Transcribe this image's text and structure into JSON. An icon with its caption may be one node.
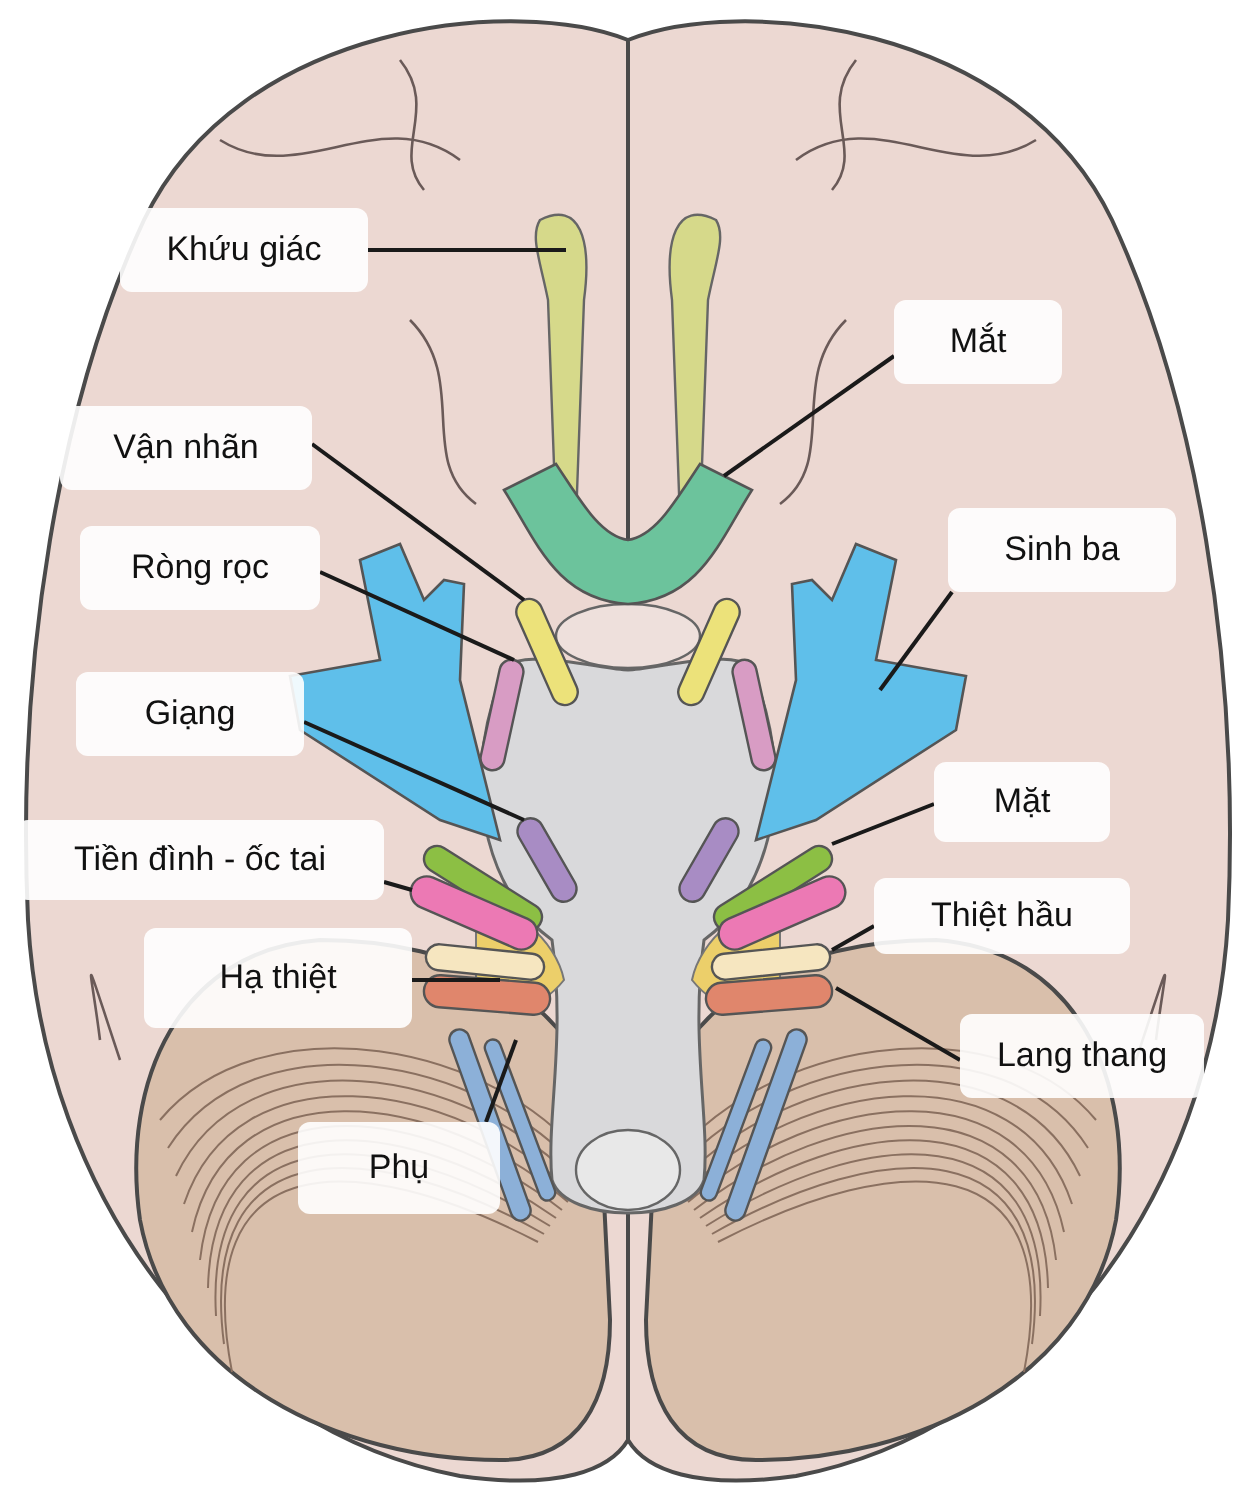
{
  "diagram": {
    "nodes": [
      {
        "text": [
          "Khứu giác"
        ]
      },
      {
        "text": [
          "Mắt"
        ]
      },
      {
        "text": [
          "Vận nhãn"
        ]
      },
      {
        "text": [
          "Ròng rọc"
        ]
      },
      {
        "text": [
          "Sinh ba"
        ]
      },
      {
        "text": [
          "Giạng"
        ]
      },
      {
        "text": [
          "Mặt"
        ]
      },
      {
        "text": [
          "Tiền đình - ốc tai"
        ]
      },
      {
        "text": [
          "Thiệt hầu"
        ]
      },
      {
        "text": [
          "Hạ thiệt"
        ]
      },
      {
        "text": [
          "Lang thang"
        ]
      },
      {
        "text": [
          "Phụ"
        ]
      }
    ],
    "edges": [
      {
        "from": 0,
        "to": null,
        "arrow": "none"
      },
      {
        "from": 1,
        "to": null,
        "arrow": "none"
      },
      {
        "from": 2,
        "to": null,
        "arrow": "none"
      },
      {
        "from": 3,
        "to": null,
        "arrow": "none"
      },
      {
        "from": 4,
        "to": null,
        "arrow": "none"
      },
      {
        "from": 5,
        "to": null,
        "arrow": "none"
      },
      {
        "from": 6,
        "to": null,
        "arrow": "none"
      },
      {
        "from": 7,
        "to": null,
        "arrow": "none"
      },
      {
        "from": 8,
        "to": null,
        "arrow": "none"
      },
      {
        "from": 9,
        "to": null,
        "arrow": "none"
      },
      {
        "from": 10,
        "to": null,
        "arrow": "none"
      },
      {
        "from": 11,
        "to": null,
        "arrow": "none"
      }
    ]
  }
}
